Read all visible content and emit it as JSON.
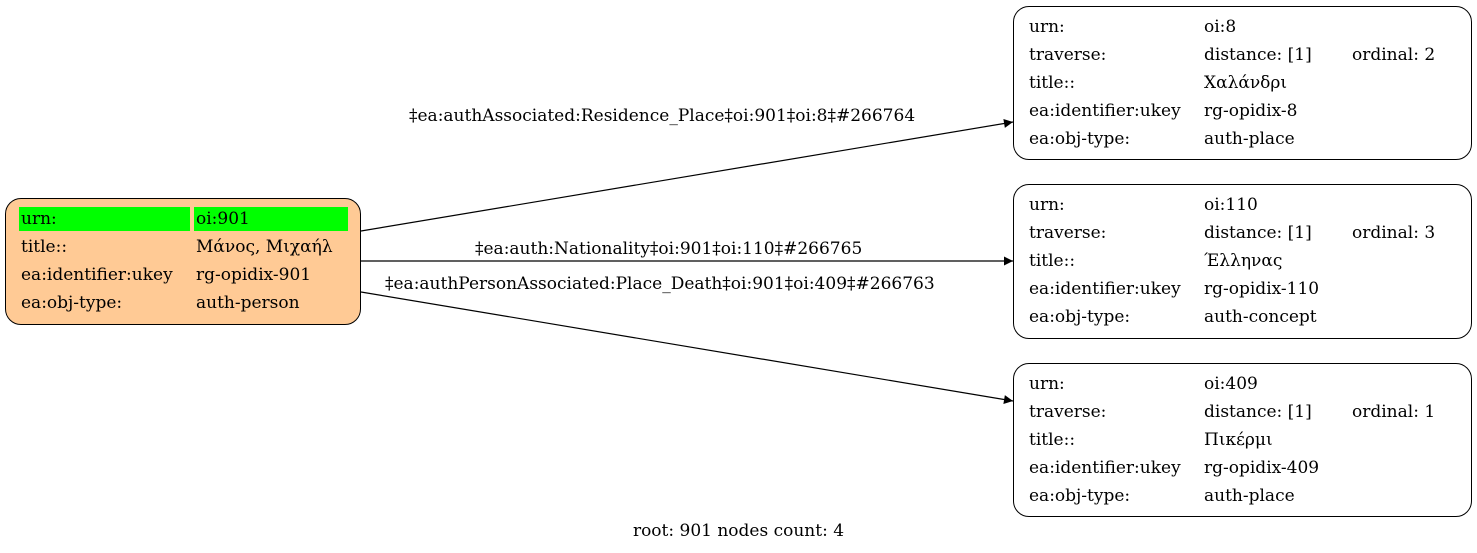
{
  "graph": {
    "root_node": {
      "id": "oi:901",
      "rows": [
        {
          "key": "urn:",
          "value": "oi:901",
          "highlight": true
        },
        {
          "key": "title::",
          "value": "Μάνος, Μιχαήλ"
        },
        {
          "key": "ea:identifier:ukey",
          "value": "rg-opidix-901"
        },
        {
          "key": "ea:obj-type:",
          "value": "auth-person"
        }
      ],
      "fill_color": "#ffca95",
      "highlight_color": "#00ff00"
    },
    "nodes": [
      {
        "id": "oi:8",
        "rows": [
          {
            "key": "urn:",
            "value": "oi:8"
          },
          {
            "key": "traverse:",
            "value": "distance: [1]",
            "extra": "ordinal: 2"
          },
          {
            "key": "title::",
            "value": "Χαλάνδρι"
          },
          {
            "key": "ea:identifier:ukey",
            "value": "rg-opidix-8"
          },
          {
            "key": "ea:obj-type:",
            "value": "auth-place"
          }
        ]
      },
      {
        "id": "oi:110",
        "rows": [
          {
            "key": "urn:",
            "value": "oi:110"
          },
          {
            "key": "traverse:",
            "value": "distance: [1]",
            "extra": "ordinal: 3"
          },
          {
            "key": "title::",
            "value": "Έλληνας"
          },
          {
            "key": "ea:identifier:ukey",
            "value": "rg-opidix-110"
          },
          {
            "key": "ea:obj-type:",
            "value": "auth-concept"
          }
        ]
      },
      {
        "id": "oi:409",
        "rows": [
          {
            "key": "urn:",
            "value": "oi:409"
          },
          {
            "key": "traverse:",
            "value": "distance: [1]",
            "extra": "ordinal: 1"
          },
          {
            "key": "title::",
            "value": "Πικέρμι"
          },
          {
            "key": "ea:identifier:ukey",
            "value": "rg-opidix-409"
          },
          {
            "key": "ea:obj-type:",
            "value": "auth-place"
          }
        ]
      }
    ],
    "edges": [
      {
        "from": "oi:901",
        "to": "oi:8",
        "label": "‡ea:authAssociated:Residence_Place‡oi:901‡oi:8‡#266764"
      },
      {
        "from": "oi:901",
        "to": "oi:110",
        "label": "‡ea:auth:Nationality‡oi:901‡oi:110‡#266765"
      },
      {
        "from": "oi:901",
        "to": "oi:409",
        "label": "‡ea:authPersonAssociated:Place_Death‡oi:901‡oi:409‡#266763"
      }
    ],
    "footer": "root: 901 nodes count: 4"
  }
}
